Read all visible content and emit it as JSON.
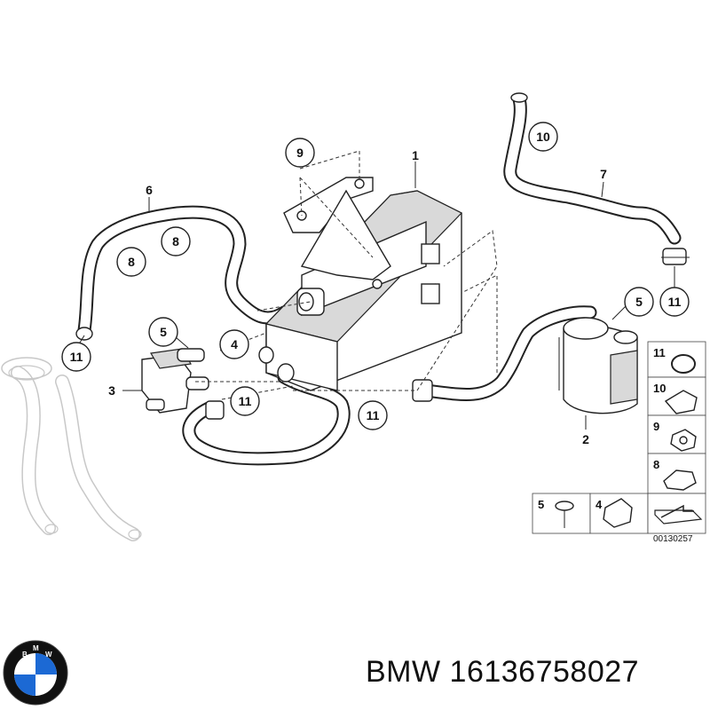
{
  "diagram": {
    "callouts": [
      "9",
      "1",
      "6",
      "8",
      "8",
      "10",
      "7",
      "5",
      "11",
      "11",
      "4",
      "5",
      "3",
      "11",
      "11",
      "2"
    ],
    "legend": {
      "items": [
        "11",
        "10",
        "9",
        "8",
        "5",
        "4"
      ],
      "code": "00130257"
    }
  },
  "caption": {
    "brand": "BMW",
    "part_number": "16136758027"
  },
  "logo": {
    "letters": "BMW",
    "colors": {
      "blue": "#1c69d4",
      "white": "#ffffff",
      "ring": "#111111"
    }
  }
}
